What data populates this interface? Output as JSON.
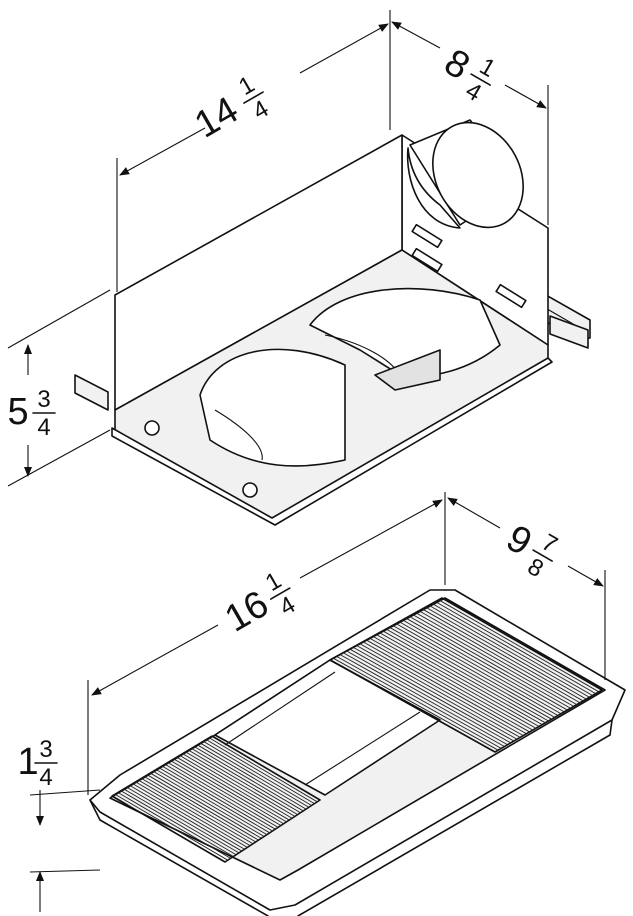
{
  "housing": {
    "length": {
      "whole": "14",
      "num": "1",
      "den": "4"
    },
    "depth": {
      "whole": "8",
      "num": "1",
      "den": "4"
    },
    "height": {
      "whole": "5",
      "num": "3",
      "den": "4"
    }
  },
  "grille": {
    "length": {
      "whole": "16",
      "num": "1",
      "den": "4"
    },
    "depth": {
      "whole": "9",
      "num": "7",
      "den": "8"
    },
    "height": {
      "whole": "1",
      "num": "3",
      "den": "4"
    }
  }
}
